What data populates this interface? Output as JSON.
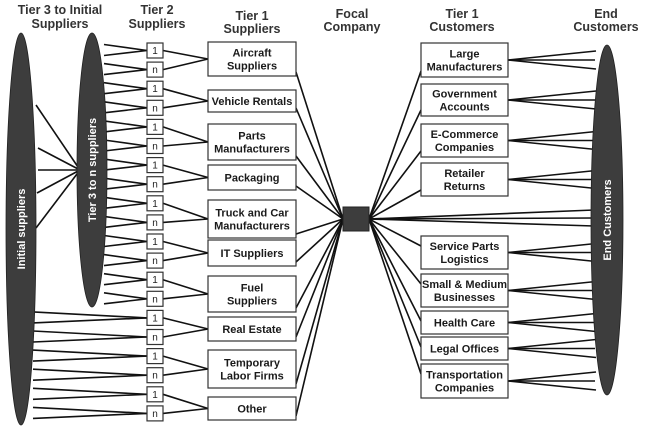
{
  "headers": {
    "tier3_initial": [
      "Tier 3 to Initial",
      "Suppliers"
    ],
    "tier2": [
      "Tier 2",
      "Suppliers"
    ],
    "tier1_suppliers": [
      "Tier 1",
      "Suppliers"
    ],
    "focal": [
      "Focal",
      "Company"
    ],
    "tier1_customers": [
      "Tier 1",
      "Customers"
    ],
    "end_customers": [
      "End",
      "Customers"
    ]
  },
  "ellipses": {
    "initial": "Initial suppliers",
    "tier3n": "Tier 3 to n suppliers",
    "end": "End Customers"
  },
  "tier2_labels": [
    "1",
    "n"
  ],
  "tier1_suppliers": [
    [
      "Aircraft",
      "Suppliers"
    ],
    [
      "Vehicle Rentals"
    ],
    [
      "Parts",
      "Manufacturers"
    ],
    [
      "Packaging"
    ],
    [
      "Truck and Car",
      "Manufacturers"
    ],
    [
      "IT Suppliers"
    ],
    [
      "Fuel",
      "Suppliers"
    ],
    [
      "Real Estate"
    ],
    [
      "Temporary",
      "Labor Firms"
    ],
    [
      "Other"
    ]
  ],
  "tier1_customers": [
    [
      "Large",
      "Manufacturers"
    ],
    [
      "Government",
      "Accounts"
    ],
    [
      "E-Commerce",
      "Companies"
    ],
    [
      "Retailer",
      "Returns"
    ],
    [
      "Service Parts",
      "Logistics"
    ],
    [
      "Small & Medium",
      "Businesses"
    ],
    [
      "Health Care"
    ],
    [
      "Legal Offices"
    ],
    [
      "Transportation",
      "Companies"
    ]
  ],
  "colors": {
    "ellipse_fill": "#3d3d3d",
    "line": "#111111",
    "box_stroke": "#333333",
    "focal_fill": "#3d3d3d"
  }
}
